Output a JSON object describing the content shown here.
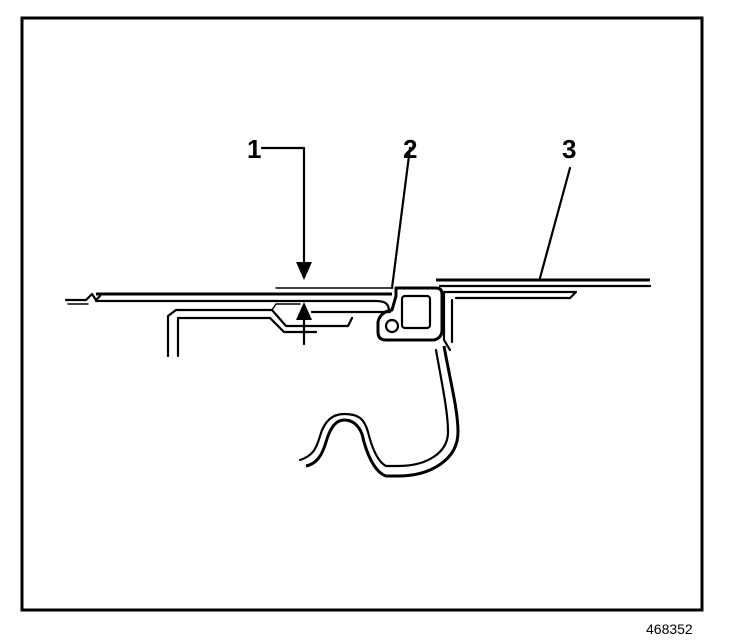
{
  "diagram": {
    "callouts": [
      {
        "id": "1",
        "label": "1"
      },
      {
        "id": "2",
        "label": "2"
      },
      {
        "id": "3",
        "label": "3"
      }
    ],
    "figure_id": "468352"
  }
}
